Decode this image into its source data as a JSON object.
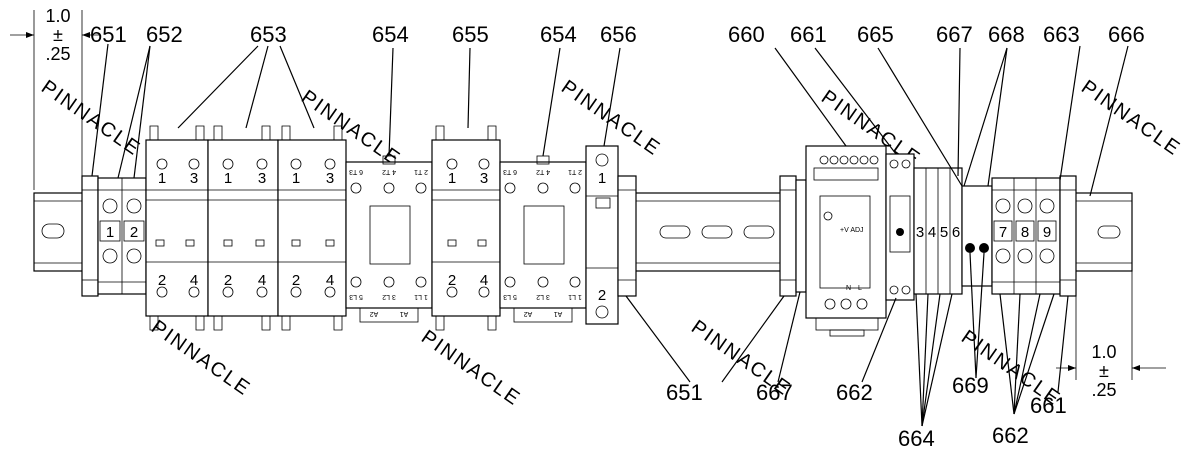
{
  "callouts": {
    "r651_top": "651",
    "r652": "652",
    "r653": "653",
    "r654_a": "654",
    "r655": "655",
    "r654_b": "654",
    "r656": "656",
    "r660": "660",
    "r661_top": "661",
    "r665": "665",
    "r667_top": "667",
    "r668": "668",
    "r663": "663",
    "r666": "666",
    "r651_bottom": "651",
    "r667_bottom": "667",
    "r662_bottom": "662",
    "r669": "669",
    "r661_bottom": "661",
    "r664": "664",
    "r662_right": "662"
  },
  "dimensions": {
    "left": {
      "value": "1.0",
      "pm": "±",
      "tol": ".25"
    },
    "right": {
      "value": "1.0",
      "pm": "±",
      "tol": ".25"
    }
  },
  "terminals": {
    "block_left": [
      "1",
      "2"
    ],
    "breaker_top": [
      "1",
      "3",
      "1",
      "3",
      "1",
      "3"
    ],
    "breaker_bottom": [
      "2",
      "4",
      "2",
      "4",
      "2",
      "4"
    ],
    "starter_top": [
      "1",
      "3"
    ],
    "starter_bottom": [
      "2",
      "4"
    ],
    "fuse": [
      "1",
      "2"
    ],
    "block_middle": [
      "3",
      "4",
      "5",
      "6"
    ],
    "block_right": [
      "7",
      "8",
      "9"
    ]
  },
  "contactor_marks": {
    "top": [
      "6 T3",
      "4 T2",
      "2 T1"
    ],
    "bottom": [
      "5 L3",
      "3 L2",
      "1 L1"
    ],
    "coil": [
      "A2",
      "A1"
    ]
  },
  "power_supply_marks": {
    "adj": "+V ADJ",
    "n": "N",
    "l": "L"
  },
  "watermark": "PINNACLE"
}
